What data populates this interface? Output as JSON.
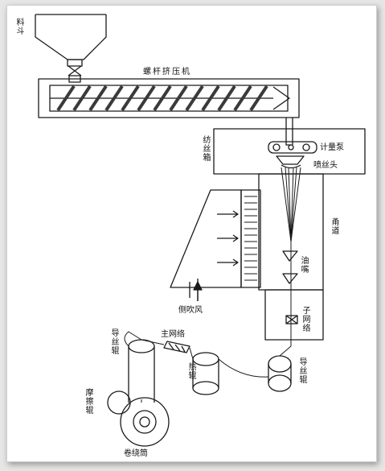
{
  "labels": {
    "hopper": "料斗",
    "extruder": "螺杆挤压机",
    "spin_box": "纺丝箱",
    "metering_pump": "计量泵",
    "spinneret": "喷丝头",
    "channel": "甬道",
    "oil_nozzle": "油嘴",
    "interlace_nozzle": "子网络",
    "side_blow": "侧吹风",
    "main_interlace": "主网络",
    "godet_roll": "导丝辊",
    "godet_roll_2": "导丝辊",
    "hot_roll": "热辊",
    "friction_roll": "摩擦辊",
    "winding_drum": "卷绕筒"
  },
  "colors": {
    "line": "#1a1a1a",
    "background": "#ffffff",
    "frame": "#e6e6e6"
  }
}
